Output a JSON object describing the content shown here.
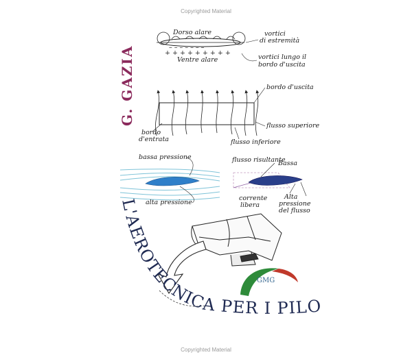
{
  "copyright": "Copyrighted Material",
  "author": "G. GAZIA",
  "title": "L'AEROTECNICA PER I PILOTI",
  "logo": "GMG",
  "diagram1": {
    "dorso": "Dorso alare",
    "ventre": "Ventre alare",
    "vortici_estremita_1": "vortici",
    "vortici_estremita_2": "di estremità",
    "vortici_bordo_1": "vortici lungo il",
    "vortici_bordo_2": "bordo d'uscita"
  },
  "diagram2": {
    "bordo_uscita": "bordo d'uscita",
    "flusso_superiore": "flusso superiore",
    "flusso_inferiore": "flusso inferiore",
    "bordo_entrata_1": "bordo",
    "bordo_entrata_2": "d'entrata"
  },
  "diagram3": {
    "bassa_pressione": "bassa pressione",
    "alta_pressione": "alta pressione"
  },
  "diagram4": {
    "flusso_risultante": "flusso risultante",
    "bassa": "Bassa",
    "corrente_1": "corrente",
    "corrente_2": "libera",
    "alta_1": "Alta",
    "alta_2": "pressione",
    "alta_3": "del flusso"
  },
  "colors": {
    "author": "#8b2a5c",
    "title": "#1f2a52",
    "wing_fill": "#2f7fc9",
    "flow_lines": "#7ec3d8",
    "logo_green": "#2e8b3a",
    "logo_red": "#c0392b"
  }
}
